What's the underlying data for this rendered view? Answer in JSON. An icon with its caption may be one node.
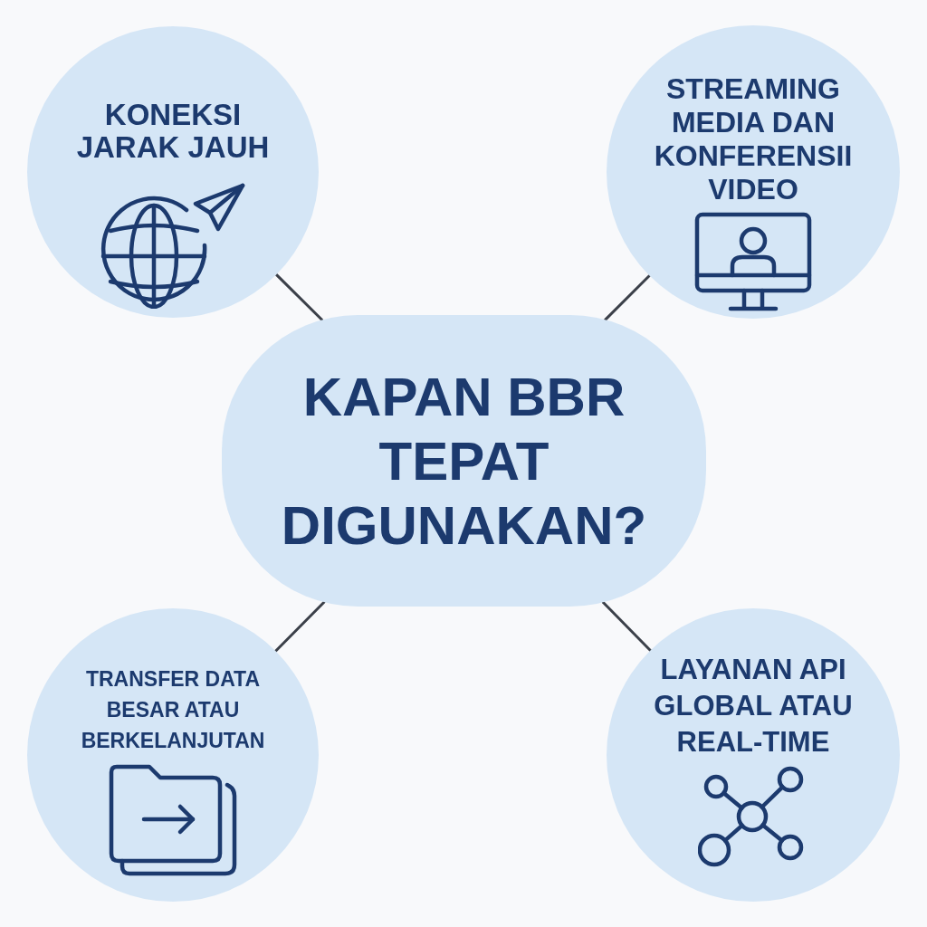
{
  "diagram": {
    "nodes": [
      {
        "text": [
          "KONEKSI JARAK JAUH"
        ]
      },
      {
        "text": [
          "STREAMING MEDIA DAN KONFERENSII VIDEO"
        ]
      },
      {
        "text": [
          "KAPAN BBR TEPAT DIGUNAKAN?"
        ]
      },
      {
        "text": [
          "TRANSFER DATA BESAR ATAU BERKELANJUTAN"
        ]
      },
      {
        "text": [
          "LAYANAN API GLOBAL ATAU REAL-TIME"
        ]
      }
    ],
    "edges": [
      {
        "from": 2,
        "to": 0,
        "arrow": "none"
      },
      {
        "from": 2,
        "to": 1,
        "arrow": "none"
      },
      {
        "from": 2,
        "to": 3,
        "arrow": "none"
      },
      {
        "from": 2,
        "to": 4,
        "arrow": "none"
      }
    ]
  }
}
